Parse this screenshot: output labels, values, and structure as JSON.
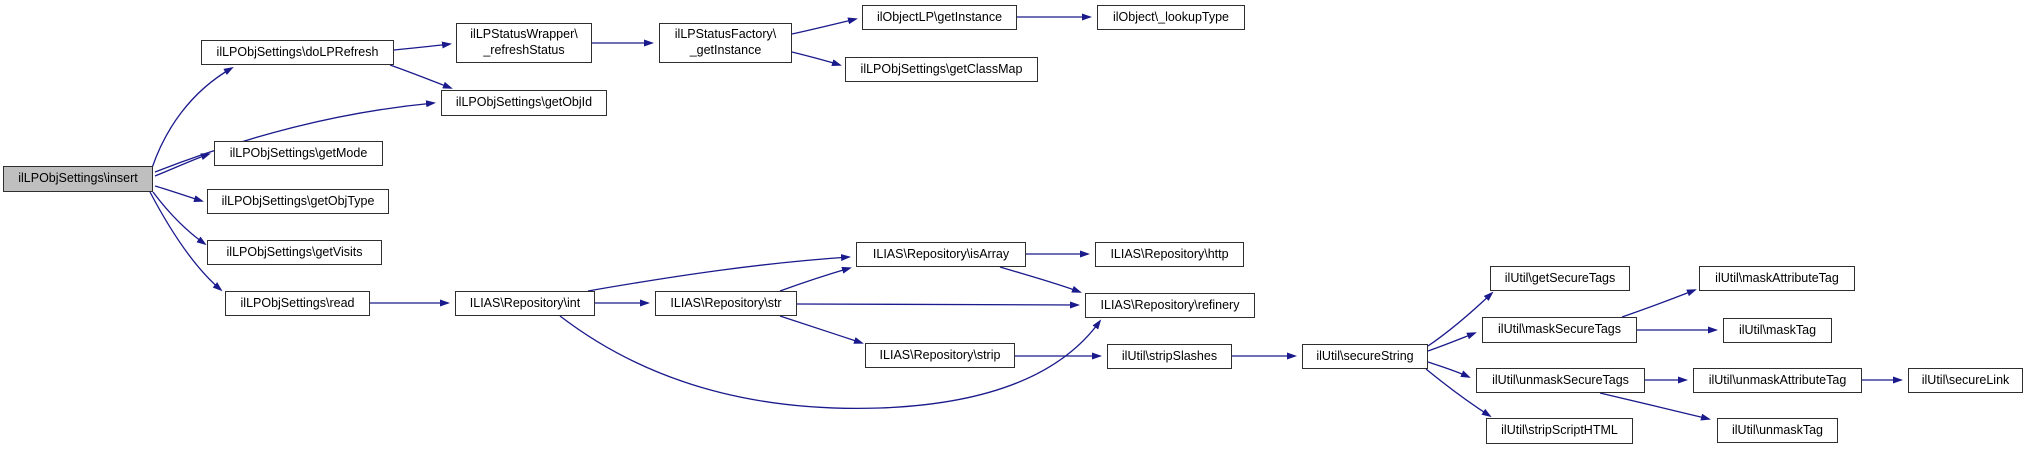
{
  "graph": {
    "type": "call-graph",
    "colors": {
      "edge": "#1a1a8c",
      "node_bg": "#ffffff",
      "node_border": "#2e2e2e",
      "highlight_bg": "#bfbfbf",
      "text": "#000000",
      "page_bg": "#ffffff"
    },
    "nodes": [
      {
        "id": "insert",
        "label": "ilLPObjSettings\\insert",
        "highlighted": true
      },
      {
        "id": "doLPRefresh",
        "label": "ilLPObjSettings\\doLPRefresh"
      },
      {
        "id": "refreshStatus",
        "label": "ilLPStatusWrapper\\\n_refreshStatus"
      },
      {
        "id": "factoryGetInstance",
        "label": "ilLPStatusFactory\\\n_getInstance"
      },
      {
        "id": "objectLPGetInstance",
        "label": "ilObjectLP\\getInstance"
      },
      {
        "id": "lookupType",
        "label": "ilObject\\_lookupType"
      },
      {
        "id": "getClassMap",
        "label": "ilLPObjSettings\\getClassMap"
      },
      {
        "id": "getObjId",
        "label": "ilLPObjSettings\\getObjId"
      },
      {
        "id": "getMode",
        "label": "ilLPObjSettings\\getMode"
      },
      {
        "id": "getObjType",
        "label": "ilLPObjSettings\\getObjType"
      },
      {
        "id": "getVisits",
        "label": "ilLPObjSettings\\getVisits"
      },
      {
        "id": "read",
        "label": "ilLPObjSettings\\read"
      },
      {
        "id": "repoInt",
        "label": "ILIAS\\Repository\\int"
      },
      {
        "id": "repoStr",
        "label": "ILIAS\\Repository\\str"
      },
      {
        "id": "repoIsArray",
        "label": "ILIAS\\Repository\\isArray"
      },
      {
        "id": "repoHttp",
        "label": "ILIAS\\Repository\\http"
      },
      {
        "id": "repoRefinery",
        "label": "ILIAS\\Repository\\refinery"
      },
      {
        "id": "repoStrip",
        "label": "ILIAS\\Repository\\strip"
      },
      {
        "id": "stripSlashes",
        "label": "ilUtil\\stripSlashes"
      },
      {
        "id": "secureString",
        "label": "ilUtil\\secureString"
      },
      {
        "id": "getSecureTags",
        "label": "ilUtil\\getSecureTags"
      },
      {
        "id": "maskSecureTags",
        "label": "ilUtil\\maskSecureTags"
      },
      {
        "id": "maskAttributeTag",
        "label": "ilUtil\\maskAttributeTag"
      },
      {
        "id": "maskTag",
        "label": "ilUtil\\maskTag"
      },
      {
        "id": "unmaskSecureTags",
        "label": "ilUtil\\unmaskSecureTags"
      },
      {
        "id": "unmaskAttributeTag",
        "label": "ilUtil\\unmaskAttributeTag"
      },
      {
        "id": "secureLink",
        "label": "ilUtil\\secureLink"
      },
      {
        "id": "stripScriptHTML",
        "label": "ilUtil\\stripScriptHTML"
      },
      {
        "id": "unmaskTag",
        "label": "ilUtil\\unmaskTag"
      }
    ],
    "edges": [
      {
        "from": "insert",
        "to": "doLPRefresh"
      },
      {
        "from": "insert",
        "to": "getObjId"
      },
      {
        "from": "insert",
        "to": "getMode"
      },
      {
        "from": "insert",
        "to": "getObjType"
      },
      {
        "from": "insert",
        "to": "getVisits"
      },
      {
        "from": "insert",
        "to": "read"
      },
      {
        "from": "doLPRefresh",
        "to": "refreshStatus"
      },
      {
        "from": "doLPRefresh",
        "to": "getObjId"
      },
      {
        "from": "refreshStatus",
        "to": "factoryGetInstance"
      },
      {
        "from": "factoryGetInstance",
        "to": "objectLPGetInstance"
      },
      {
        "from": "factoryGetInstance",
        "to": "getClassMap"
      },
      {
        "from": "objectLPGetInstance",
        "to": "lookupType"
      },
      {
        "from": "read",
        "to": "repoInt"
      },
      {
        "from": "repoInt",
        "to": "repoStr"
      },
      {
        "from": "repoInt",
        "to": "repoIsArray"
      },
      {
        "from": "repoInt",
        "to": "repoRefinery"
      },
      {
        "from": "repoStr",
        "to": "repoIsArray"
      },
      {
        "from": "repoStr",
        "to": "repoRefinery"
      },
      {
        "from": "repoStr",
        "to": "repoStrip"
      },
      {
        "from": "repoIsArray",
        "to": "repoHttp"
      },
      {
        "from": "repoIsArray",
        "to": "repoRefinery"
      },
      {
        "from": "repoStrip",
        "to": "stripSlashes"
      },
      {
        "from": "stripSlashes",
        "to": "secureString"
      },
      {
        "from": "secureString",
        "to": "getSecureTags"
      },
      {
        "from": "secureString",
        "to": "maskSecureTags"
      },
      {
        "from": "secureString",
        "to": "unmaskSecureTags"
      },
      {
        "from": "secureString",
        "to": "stripScriptHTML"
      },
      {
        "from": "maskSecureTags",
        "to": "maskAttributeTag"
      },
      {
        "from": "maskSecureTags",
        "to": "maskTag"
      },
      {
        "from": "unmaskSecureTags",
        "to": "unmaskAttributeTag"
      },
      {
        "from": "unmaskSecureTags",
        "to": "unmaskTag"
      },
      {
        "from": "unmaskAttributeTag",
        "to": "secureLink"
      }
    ]
  }
}
